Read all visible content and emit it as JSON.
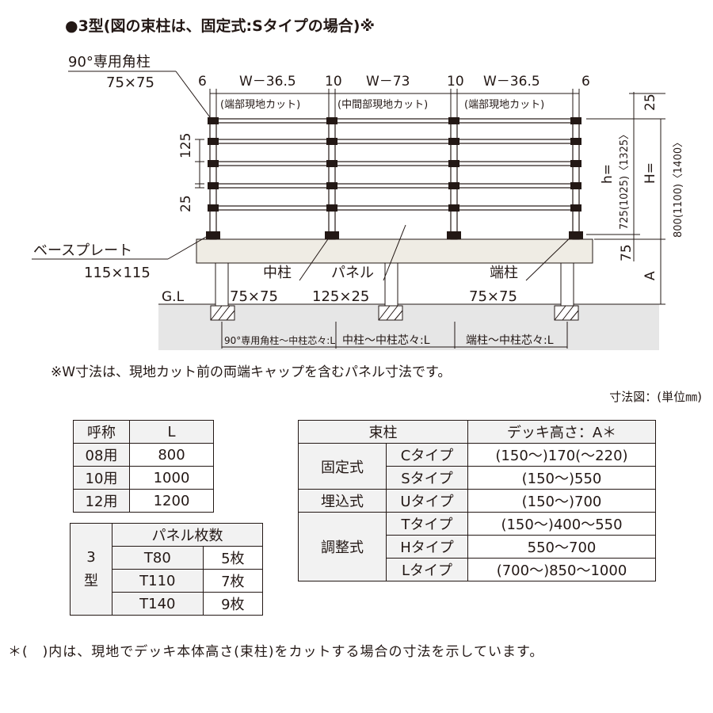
{
  "title": "●3型(図の束柱は、固定式:Sタイプの場合)※",
  "drawing": {
    "post90_name": "90°専用角柱",
    "post90_size": "75×75",
    "dim_6_left": "6",
    "dim_w_end_left": "W－36.5",
    "dim_10_left": "10",
    "dim_w_mid": "W－73",
    "dim_10_right": "10",
    "dim_w_end_right": "W－36.5",
    "dim_6_right": "6",
    "cut_end_left": "(端部現地カット)",
    "cut_mid": "(中間部現地カット)",
    "cut_end_right": "(端部現地カット)",
    "dim_125": "125",
    "dim_25_left": "25",
    "dim_25_right": "25",
    "h_label": "h=",
    "h_value": "725(1025)〈1325〉",
    "H_label": "H=",
    "H_value": "800(1100)〈1400〉",
    "dim_75": "75",
    "dim_A": "A",
    "baseplate_name": "ベースプレート",
    "baseplate_size": "115×115",
    "mid_post_name": "中柱",
    "mid_post_size": "75×75",
    "panel_name": "パネル",
    "panel_size": "125×25",
    "end_post_name": "端柱",
    "end_post_size": "75×75",
    "gl_label": "G.L",
    "span_1": "90°専用角柱～中柱芯々:L",
    "span_2": "中柱～中柱芯々:L",
    "span_3": "端柱～中柱芯々:L"
  },
  "note1": "※W寸法は、現地カット前の両端キャップを含むパネル寸法です。",
  "unit_note": "寸法図：(単位㎜)",
  "table_L": {
    "headers": [
      "呼称",
      "L"
    ],
    "rows": [
      [
        "08用",
        "800"
      ],
      [
        "10用",
        "1000"
      ],
      [
        "12用",
        "1200"
      ]
    ]
  },
  "table_panels": {
    "type_label_1": "3",
    "type_label_2": "型",
    "header": "パネル枚数",
    "rows": [
      [
        "T80",
        "5枚"
      ],
      [
        "T110",
        "7枚"
      ],
      [
        "T140",
        "9枚"
      ]
    ]
  },
  "table_deck": {
    "headers": [
      "束柱",
      "デッキ高さ：A＊"
    ],
    "groups": [
      {
        "name": "固定式",
        "rows": [
          [
            "Cタイプ",
            "(150～)170(～220)"
          ],
          [
            "Sタイプ",
            "(150～)550"
          ]
        ]
      },
      {
        "name": "埋込式",
        "rows": [
          [
            "Uタイプ",
            "(150～)700"
          ]
        ]
      },
      {
        "name": "調整式",
        "rows": [
          [
            "Tタイプ",
            "(150～)400～550"
          ],
          [
            "Hタイプ",
            "550～700"
          ],
          [
            "Lタイプ",
            "(700～)850～1000"
          ]
        ]
      }
    ]
  },
  "note2": "＊(　)内は、現地でデッキ本体高さ(束柱)をカットする場合の寸法を示しています。"
}
